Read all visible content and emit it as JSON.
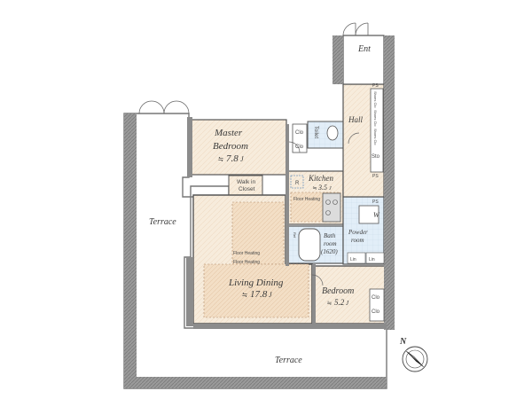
{
  "colors": {
    "wall": "#8c8c8c",
    "floor_wood": "#f6ead9",
    "floor_heating": "#f1dcc4",
    "wet_area": "#dbe9f6",
    "terrace": "#ffffff",
    "line": "#555555"
  },
  "rooms": {
    "entrance": {
      "label": "Ent"
    },
    "hall": {
      "label": "Hall"
    },
    "master_bedroom": {
      "label_line1": "Master",
      "label_line2": "Bedroom",
      "size": "7.8",
      "unit": "J",
      "prefix": "≒"
    },
    "walk_in_closet": {
      "label_line1": "Walk in",
      "label_line2": "Closet"
    },
    "kitchen": {
      "label": "Kitchen",
      "size": "3.5",
      "unit": "J",
      "prefix": "≒",
      "heating": "Floor Heating"
    },
    "bath": {
      "label_line1": "Bath",
      "label_line2": "room",
      "label_line3": "(1620)"
    },
    "powder_room": {
      "label_line1": "Powder",
      "label_line2": "room"
    },
    "living_dining": {
      "label": "Living Dining",
      "size": "17.8",
      "unit": "J",
      "prefix": "≒",
      "heating_1": "Floor Heating",
      "heating_2": "Floor Heating"
    },
    "bedroom": {
      "label": "Bedroom",
      "size": "5.2",
      "unit": "J",
      "prefix": "≒"
    },
    "toilet": {
      "label": "Toilet"
    },
    "washer": {
      "label": "W"
    }
  },
  "storage": {
    "clo_master_1": "Clo",
    "clo_master_2": "Clo",
    "clo_bed_1": "Clo",
    "clo_bed_2": "Clo",
    "shoes_1": "Shoes Clo",
    "shoes_2": "Shoes Clo",
    "shoes_3": "Shoes Clo",
    "sto": "Sto",
    "lin_1": "Lin",
    "lin_2": "Lin",
    "ps_1": "PS",
    "ps_2": "PS",
    "ps_3": "PS",
    "r": "R",
    "ref": "Ref"
  },
  "terrace": {
    "left": "Terrace",
    "bottom": "Terrace"
  },
  "compass": {
    "label": "N"
  }
}
